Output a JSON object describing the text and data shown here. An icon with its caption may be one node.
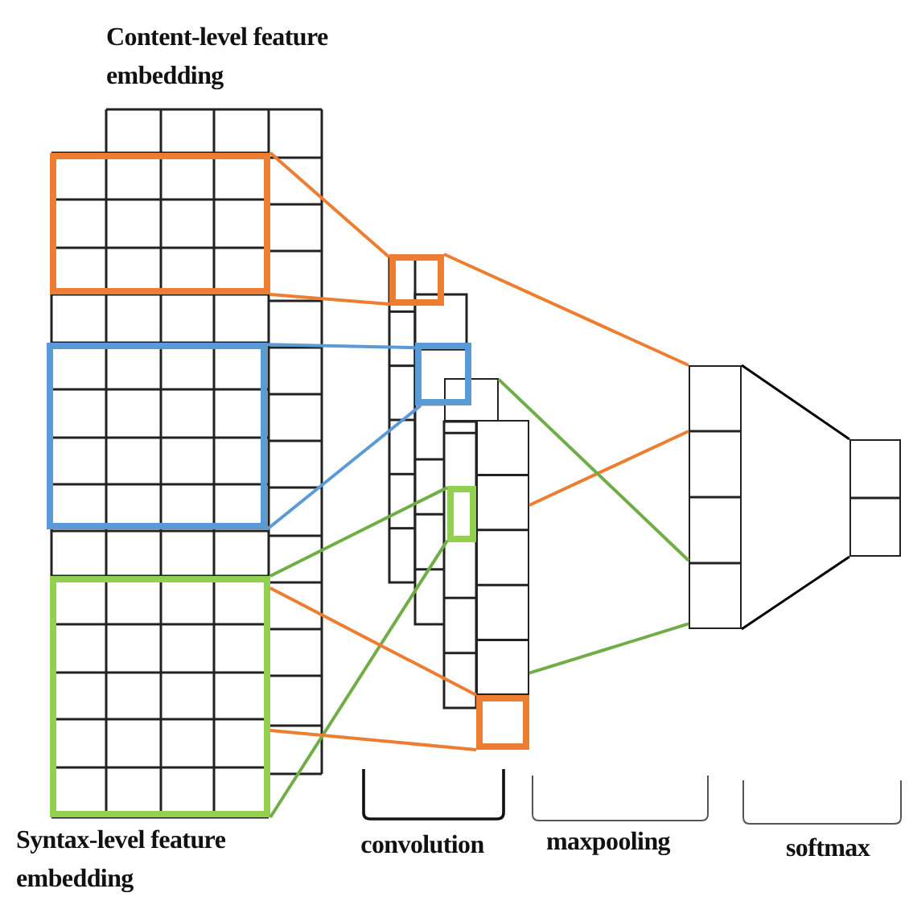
{
  "diagram": {
    "nodes": [
      {
        "text": [],
        "shape": "box"
      },
      {
        "text": [],
        "shape": "box"
      },
      {
        "text": [],
        "shape": "box"
      },
      {
        "text": [],
        "shape": "box"
      },
      {
        "text": [],
        "shape": "box"
      },
      {
        "text": [],
        "shape": "box"
      },
      {
        "text": [],
        "shape": "box"
      },
      {
        "text": [],
        "shape": "box"
      },
      {
        "text": [],
        "shape": "box"
      },
      {
        "text": [],
        "shape": "box"
      },
      {
        "text": [],
        "shape": "box"
      }
    ],
    "edges": [
      {
        "from": 0,
        "to": 3,
        "arrow": "none"
      },
      {
        "from": 0,
        "to": 3,
        "arrow": "none"
      },
      {
        "from": 1,
        "to": 4,
        "arrow": "none",
        "color": "#5b9bd5"
      },
      {
        "from": 1,
        "to": 4,
        "arrow": "none",
        "color": "#5b9bd5"
      },
      {
        "from": 2,
        "to": 5,
        "arrow": "none",
        "color": "#70ad47"
      },
      {
        "from": 2,
        "to": 5,
        "arrow": "none",
        "color": "#70ad47"
      },
      {
        "from": 2,
        "to": 6,
        "arrow": "none"
      },
      {
        "from": 2,
        "to": 6,
        "arrow": "none"
      },
      {
        "from": 3,
        "to": 7,
        "arrow": "none"
      },
      {
        "from": 9,
        "to": 7,
        "arrow": "none"
      },
      {
        "from": 10,
        "to": 7,
        "arrow": "none",
        "color": "#70ad47"
      },
      {
        "from": 9,
        "to": 7,
        "arrow": "none",
        "color": "#70ad47"
      },
      {
        "from": 7,
        "to": 8,
        "arrow": "none",
        "color": "#000000"
      },
      {
        "from": 7,
        "to": 8,
        "arrow": "none",
        "color": "#000000"
      }
    ],
    "labels": [
      "Content-level feature embedding",
      "Syntax-level feature embedding",
      "convolution",
      "maxpooling",
      "softmax"
    ]
  }
}
